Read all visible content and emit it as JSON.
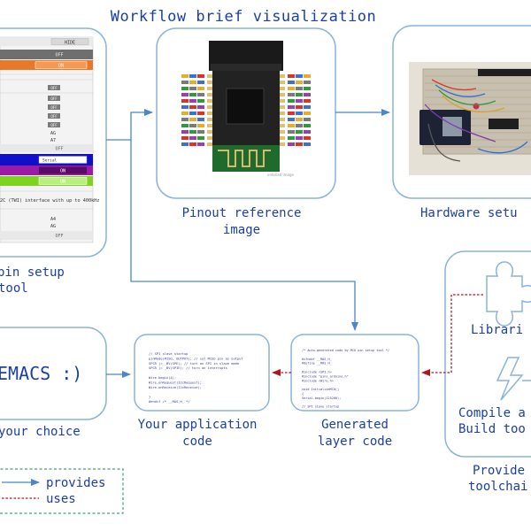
{
  "title": "Workflow brief visualization",
  "nodes": {
    "pin_setup": {
      "label_line1": "pin setup",
      "label_line2": "tool"
    },
    "pinout": {
      "label_line1": "Pinout reference",
      "label_line2": "image"
    },
    "hardware": {
      "label": "Hardware setu"
    },
    "editor": {
      "text": "EMACS :)",
      "label": "your choice"
    },
    "app_code": {
      "label_line1": "Your application",
      "label_line2": "code"
    },
    "generated": {
      "label_line1": "Generated",
      "label_line2": "layer code"
    },
    "toolchain": {
      "libraries": "Librari",
      "compile_line1": "Compile a",
      "compile_line2": "Build too",
      "provided_line1": "Provide",
      "provided_line2": "toolchai"
    }
  },
  "legend": {
    "provides": "provides",
    "uses": "uses"
  },
  "pin_tool": {
    "hide": "HIDE",
    "off": "OFF",
    "on": "ON",
    "ag": "AG",
    "a7": "A7",
    "a4": "A4",
    "serial": "Serial",
    "i2c_text": "2C (TWI) interface with up to 400kHz"
  },
  "app_code_lines": [
    "// SPI slave startup",
    "pinMode(MISO, OUTPUT); // set MISO pin as output",
    "SPCR |= _BV(SPE);      // turn on SPI in slave mode",
    "SPCR |= _BV(SPIE);     // turn on interrupts",
    "",
    "Wire.begin(4);",
    "Wire.onRequest(I2cRequest);",
    "Wire.onReceive(I2cReceive);",
    "",
    "}",
    "#endif /* __MAS_H_ */"
  ],
  "generated_code_lines": [
    "/* Auto-generated code by MCU pin setup tool */",
    "",
    "#ifndef __MAS_H_",
    "#define __MAS_H_",
    "",
    "#include <SPI.h>",
    "#include \"pins_arduino.h\"",
    "#include <Wire.h>",
    "",
    "void InitializeMCU()",
    "{",
    "    Serial.begin(115200);",
    "",
    "    // SPI slave startup"
  ],
  "colors": {
    "box_border": "#8ab4de",
    "arrow_blue": "#4a86c8",
    "arrow_red": "#b0161a",
    "label_blue": "#1a3fa6"
  }
}
